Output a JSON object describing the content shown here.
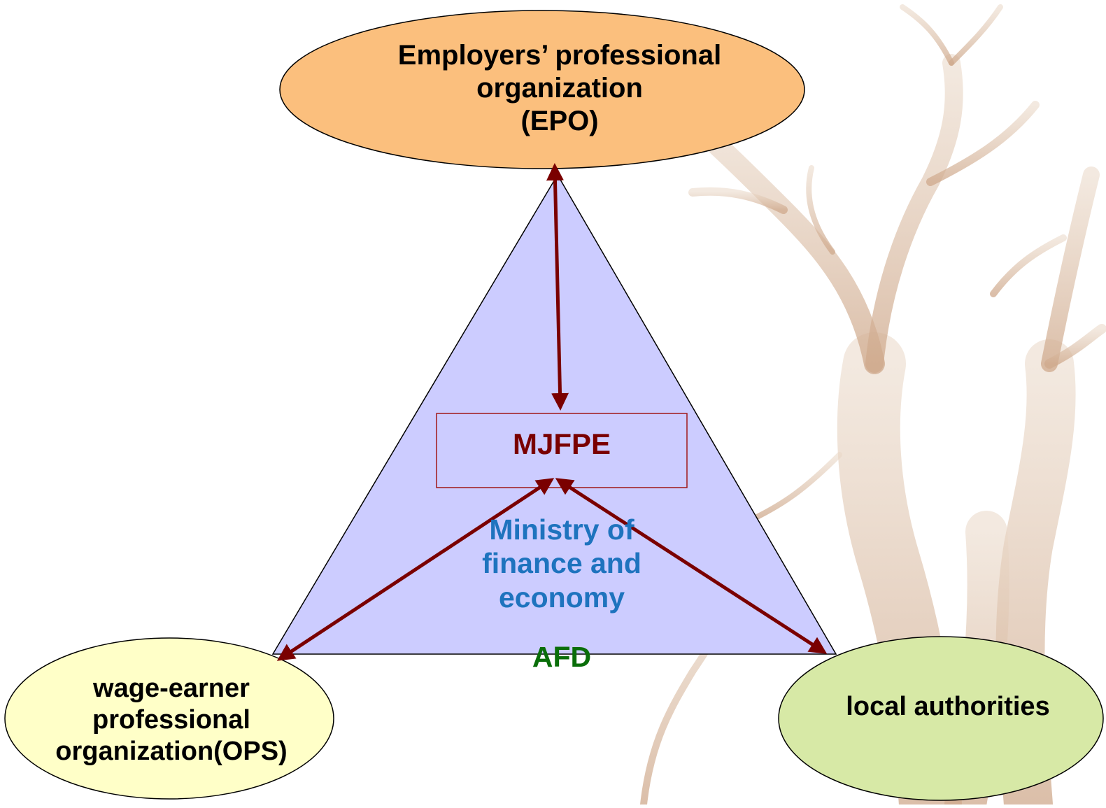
{
  "diagram": {
    "nodes": {
      "epo": {
        "label": "Employers’ professional\norganization\n(EPO)",
        "fill": "#fbbf7d"
      },
      "ops": {
        "label": "wage-earner\nprofessional\norganization(OPS)",
        "fill": "#ffffc8"
      },
      "local_authorities": {
        "label": "local authorities",
        "fill": "#d7e9a6"
      },
      "mjfpe": {
        "label": "MJFPE",
        "text_color": "#7a0000"
      },
      "ministry": {
        "label": "Ministry of\nfinance and\neconomy",
        "text_color": "#1e73be"
      },
      "afd": {
        "label": "AFD",
        "text_color": "#0a6e0a"
      }
    },
    "triangle_fill": "#ccccff",
    "arrow_color": "#7a0000",
    "edges": [
      {
        "from": "epo",
        "to": "mjfpe",
        "direction": "both"
      },
      {
        "from": "ops",
        "to": "mjfpe",
        "direction": "both"
      },
      {
        "from": "local_authorities",
        "to": "mjfpe",
        "direction": "both"
      }
    ]
  }
}
